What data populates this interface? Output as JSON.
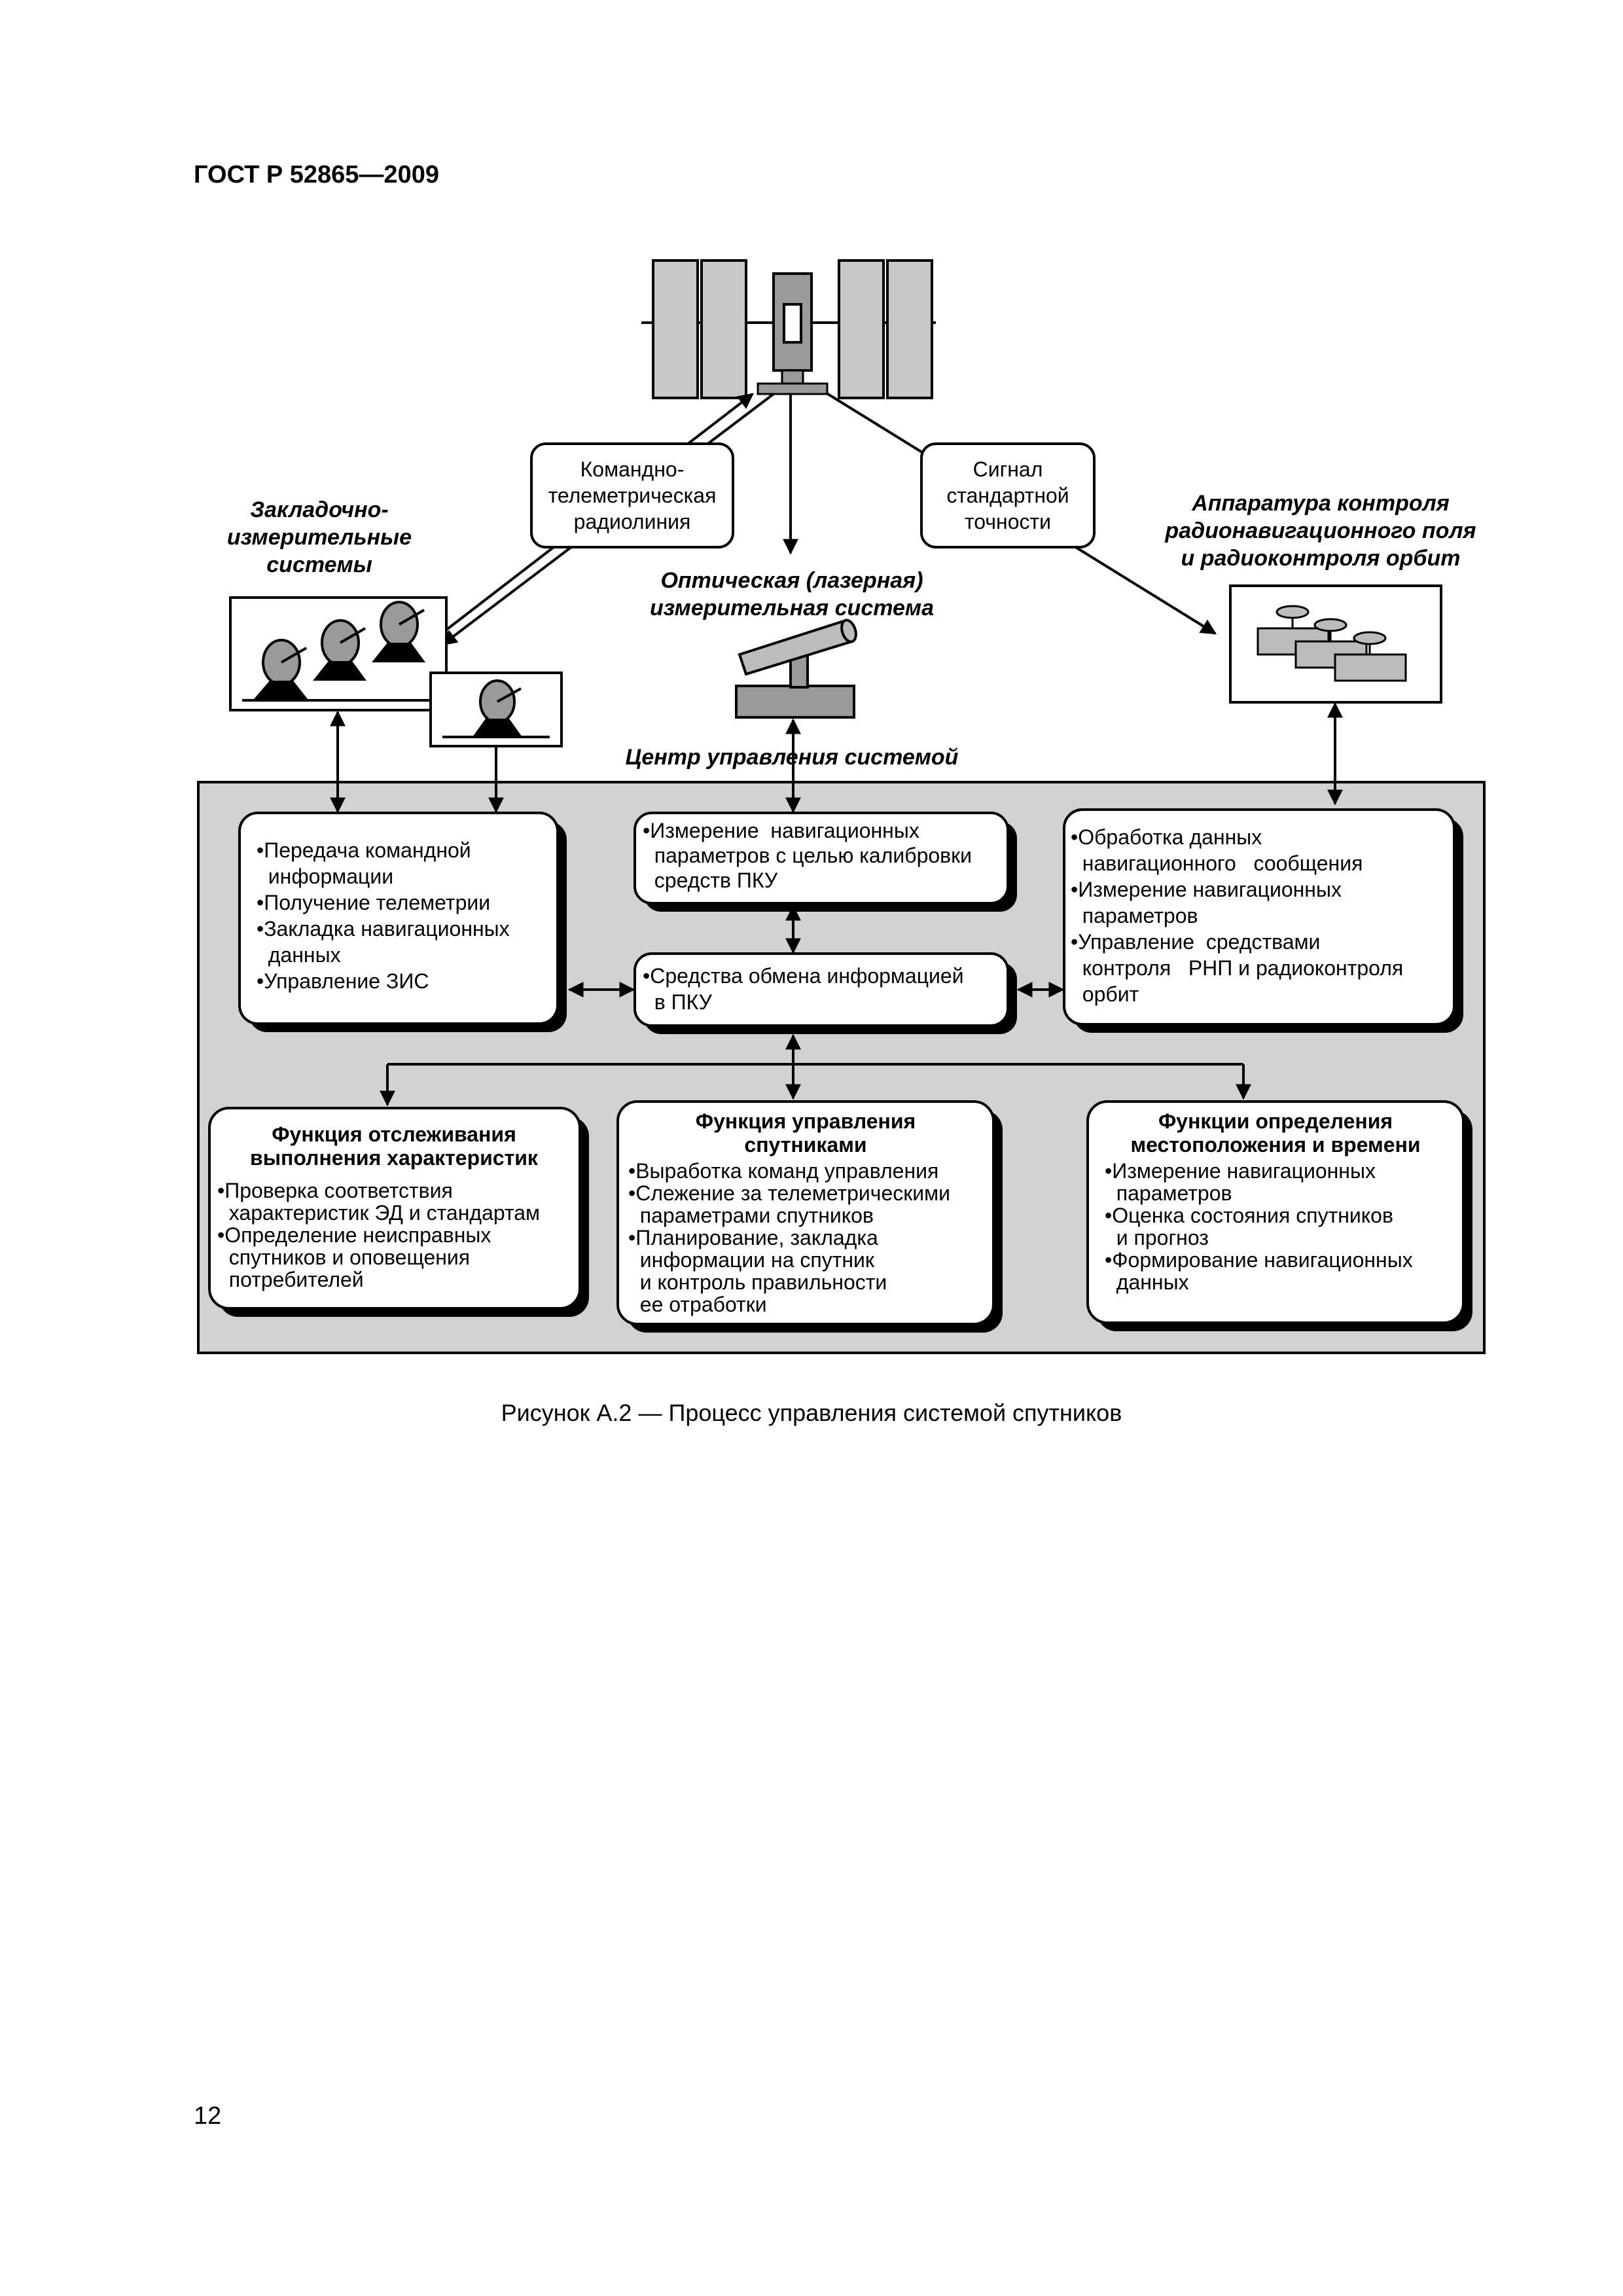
{
  "document": {
    "header": "ГОСТ Р 52865—2009",
    "page_number": "12",
    "figure_caption": "Рисунок А.2 — Процесс управления системой спутников"
  },
  "diagram": {
    "labels": {
      "radio_link": [
        "Командно-",
        "телеметрическая",
        "радиолиния"
      ],
      "signal": [
        "Сигнал",
        "стандартной",
        "точности"
      ],
      "zis": [
        "Закладочно-",
        "измерительные",
        "системы"
      ],
      "optical": [
        "Оптическая (лазерная)",
        "измерительная система"
      ],
      "monitoring": [
        "Аппаратура контроля",
        "радионавигационного поля",
        "и радиоконтроля орбит"
      ],
      "control_center": "Центр управления системой"
    },
    "boxes": {
      "left": [
        "•Передача командной",
        "  информации",
        "•Получение телеметрии",
        "•Закладка навигационных",
        "  данных",
        "•Управление ЗИС"
      ],
      "top_center": [
        "•Измерение  навигационных",
        "  параметров с целью калибровки",
        "  средств ПКУ"
      ],
      "exchange": [
        "•Средства обмена информацией",
        "  в ПКУ"
      ],
      "right": [
        "•Обработка данных",
        "  навигационного   сообщения",
        "•Измерение навигационных",
        "  параметров",
        "•Управление  средствами",
        "  контроля   РНП и радиоконтроля",
        "  орбит"
      ]
    },
    "functions": [
      {
        "title": [
          "Функция отслеживания",
          "выполнения характеристик"
        ],
        "items": [
          "•Проверка соответствия",
          "  характеристик ЭД и стандартам",
          "•Определение неисправных",
          "  спутников и оповещения",
          "  потребителей"
        ]
      },
      {
        "title": [
          "Функция управления",
          "спутниками"
        ],
        "items": [
          "•Выработка команд управления",
          "•Слежение за телеметрическими",
          "  параметрами спутников",
          "•Планирование, закладка",
          "  информации на спутник",
          "  и контроль правильности",
          "  ее отработки"
        ]
      },
      {
        "title": [
          "Функции определения",
          "местоположения и времени"
        ],
        "items": [
          "•Измерение навигационных",
          "  параметров",
          "•Оценка состояния спутников",
          "  и прогноз",
          "•Формирование навигационных",
          "  данных"
        ]
      }
    ]
  }
}
